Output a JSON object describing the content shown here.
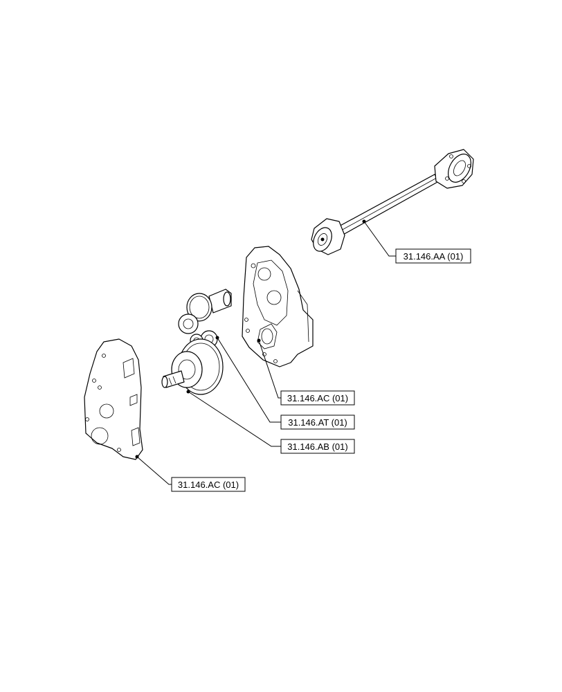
{
  "callouts": [
    {
      "id": "drive-shaft",
      "label": "31.146.AA (01)"
    },
    {
      "id": "rear-housing",
      "label": "31.146.AC (01)"
    },
    {
      "id": "gear-set",
      "label": "31.146.AT (01)"
    },
    {
      "id": "output-shaft",
      "label": "31.146.AB (01)"
    },
    {
      "id": "front-cover",
      "label": "31.146.AC (01)"
    }
  ]
}
